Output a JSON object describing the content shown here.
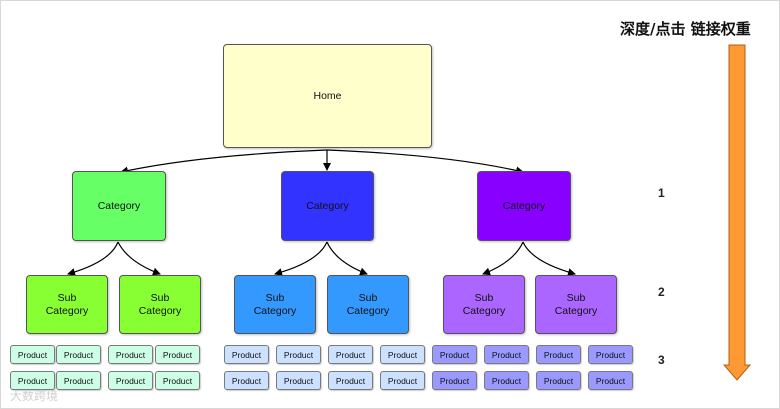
{
  "header": {
    "title": "深度/点击  链接权重"
  },
  "levels": [
    "1",
    "2",
    "3"
  ],
  "watermark": "大数跨境",
  "colors": {
    "home": "#ffffcc",
    "left": "#66ff66",
    "middle": "#3333ff",
    "right": "#8800ff",
    "sub_left": "#88ff33",
    "sub_middle": "#3399ff",
    "sub_right": "#aa66ff",
    "prod_left": "#ccffe6",
    "prod_middle": "#cce0ff",
    "prod_right": "#9999ff",
    "arrow": "#ff9933"
  },
  "diagram": {
    "home": "Home",
    "categories": [
      {
        "label": "Category",
        "subs": [
          "Sub\nCategory",
          "Sub\nCategory"
        ]
      },
      {
        "label": "Category",
        "subs": [
          "Sub\nCategory",
          "Sub\nCategory"
        ]
      },
      {
        "label": "Category",
        "subs": [
          "Sub\nCategory",
          "Sub\nCategory"
        ]
      }
    ],
    "product_label": "Product"
  }
}
